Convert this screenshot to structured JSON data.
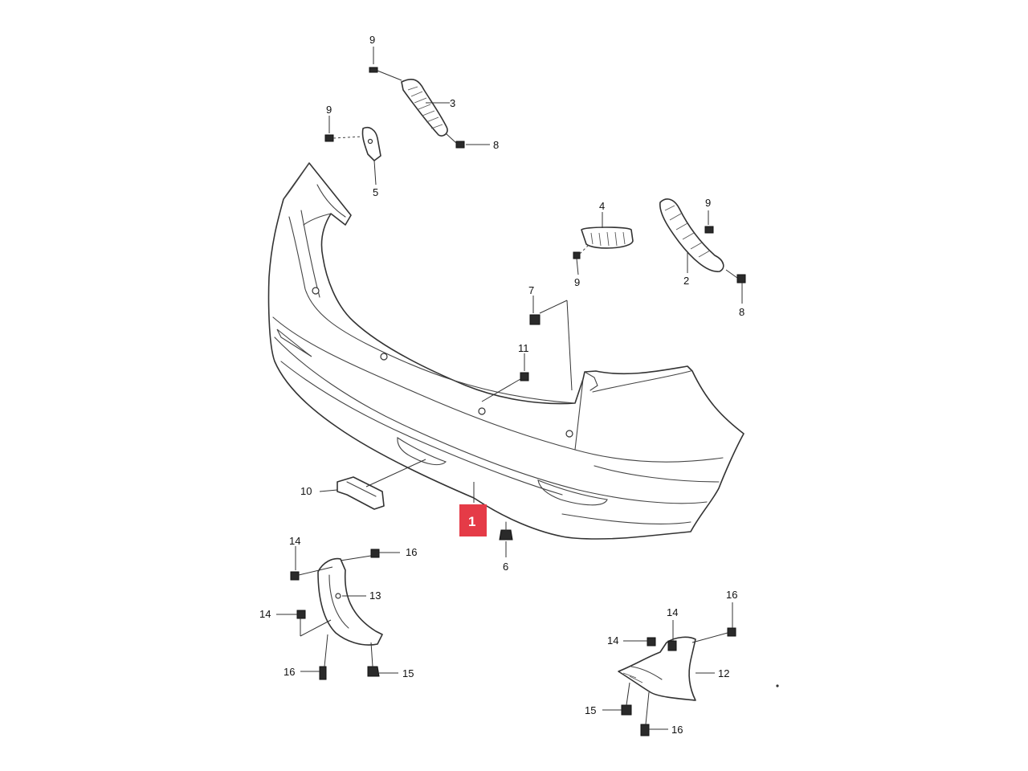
{
  "callouts": {
    "c1": "1",
    "c2": "2",
    "c3": "3",
    "c4": "4",
    "c5": "5",
    "c6": "6",
    "c7": "7",
    "c8a": "8",
    "c8b": "8",
    "c9a": "9",
    "c9b": "9",
    "c9c": "9",
    "c9d": "9",
    "c10": "10",
    "c11": "11",
    "c12": "12",
    "c13": "13",
    "c14a": "14",
    "c14b": "14",
    "c14c": "14",
    "c14d": "14",
    "c15a": "15",
    "c15b": "15",
    "c16a": "16",
    "c16b": "16",
    "c16c": "16",
    "c16d": "16"
  },
  "highlight": {
    "label": "1",
    "color": "#e53b47"
  }
}
